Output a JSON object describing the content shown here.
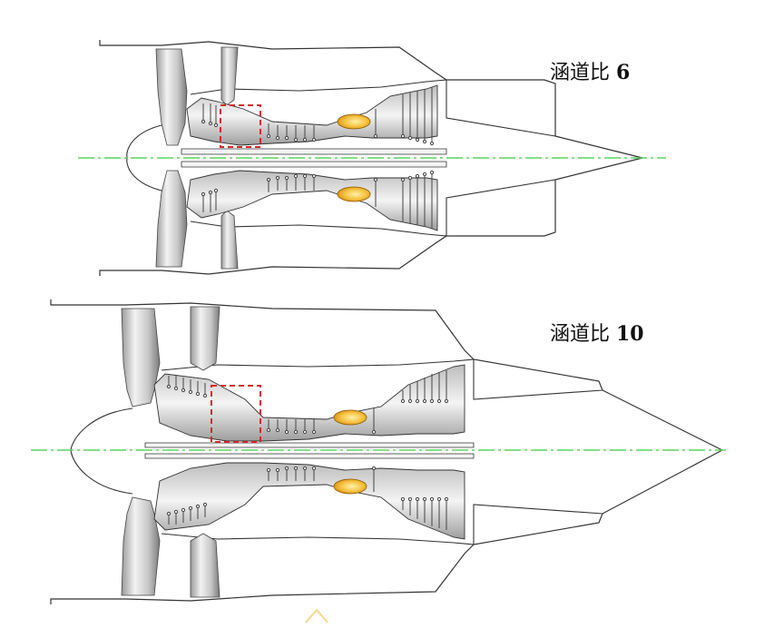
{
  "engines": [
    {
      "label_prefix": "涵道比 ",
      "label_value": "6"
    },
    {
      "label_prefix": "涵道比 ",
      "label_value": "10"
    }
  ],
  "colors": {
    "outline": "#333333",
    "centerline": "#5fd35f",
    "highlight_box": "#d62728",
    "combustor": "#f2b632",
    "metal_light": "#e6e6e6",
    "metal_dark": "#8c8c8c"
  }
}
